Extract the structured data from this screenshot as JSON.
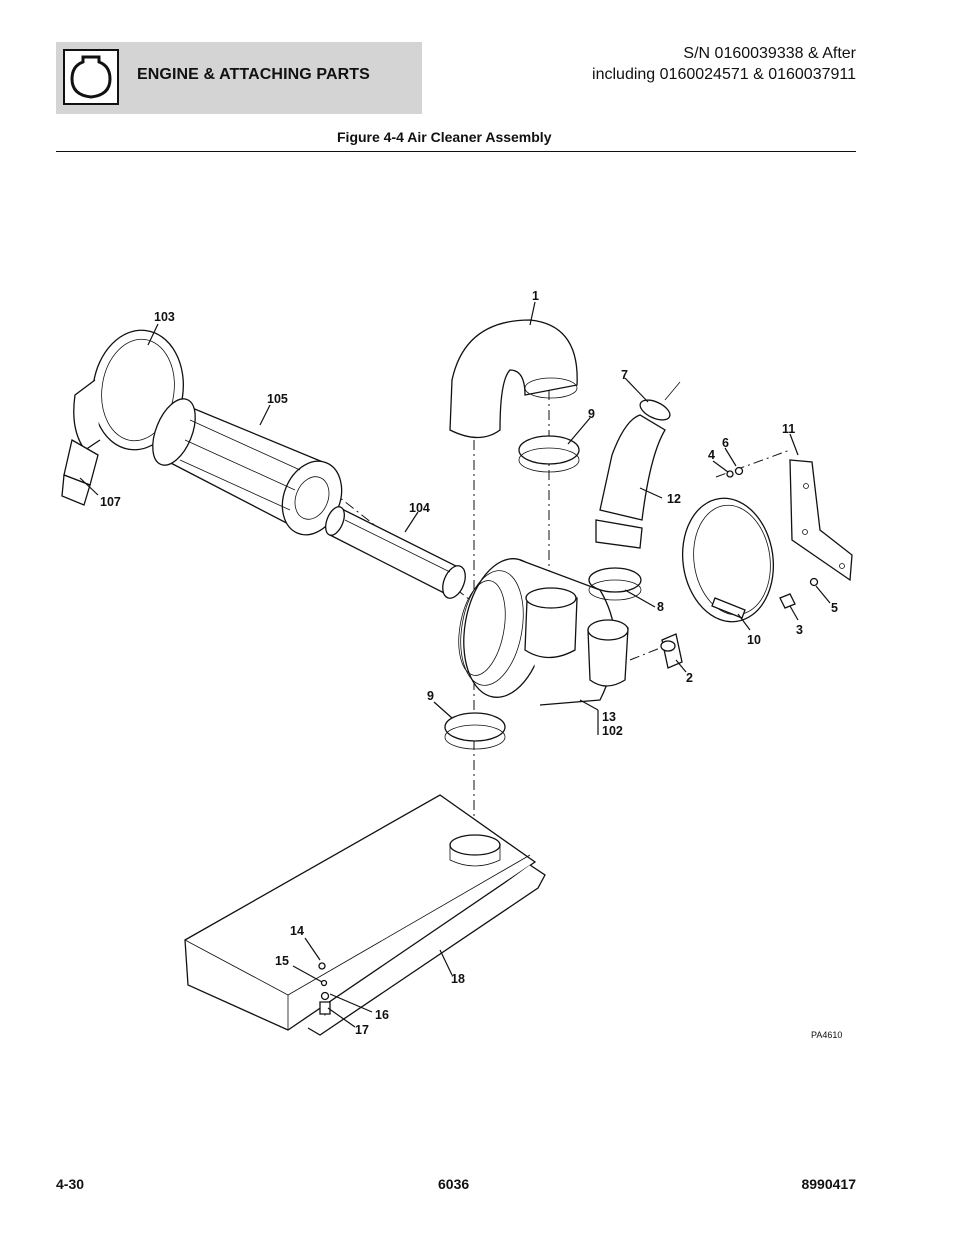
{
  "header": {
    "section_title": "ENGINE & ATTACHING PARTS",
    "serial_line1": "S/N 0160039338 & After",
    "serial_line2": "including 0160024571 & 0160037911",
    "icon": "engine-section-icon"
  },
  "figure": {
    "title": "Figure 4-4 Air Cleaner Assembly",
    "drawing_code": "PA4610",
    "callouts": {
      "c1": "1",
      "c2": "2",
      "c3": "3",
      "c4": "4",
      "c5": "5",
      "c6": "6",
      "c7": "7",
      "c8": "8",
      "c9a": "9",
      "c9b": "9",
      "c10": "10",
      "c11": "11",
      "c12": "12",
      "c13": "13",
      "c14": "14",
      "c15": "15",
      "c16": "16",
      "c17": "17",
      "c18": "18",
      "c102": "102",
      "c103": "103",
      "c104": "104",
      "c105": "105",
      "c107": "107"
    }
  },
  "footer": {
    "page_number": "4-30",
    "model": "6036",
    "manual_number": "8990417"
  }
}
